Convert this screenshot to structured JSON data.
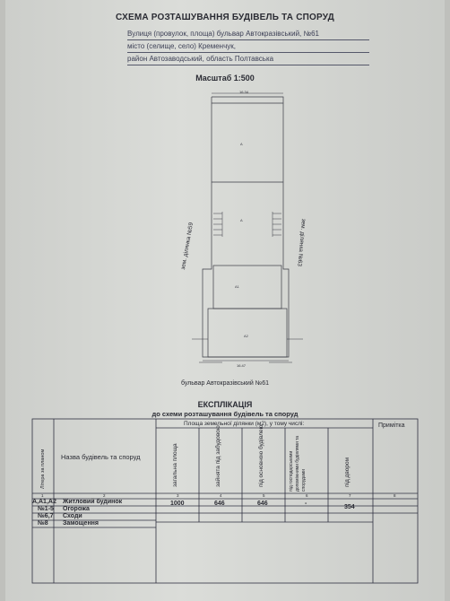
{
  "document": {
    "title": "СХЕМА РОЗТАШУВАННЯ БУДІВЕЛЬ ТА СПОРУД",
    "address": {
      "line1": "Вулиця (провулок, площа) бульвар Автокразівський, №61",
      "line2": "місто (селище, село) Кременчук,",
      "line3": "район Автозаводський, область Полтавська"
    },
    "scale": "Масштаб 1:500"
  },
  "plan": {
    "top_dimension": "16.34",
    "bottom_dimension": "16.47",
    "left_neighbor": "зем. ділянка №59",
    "right_neighbor": "зем. ділянка №63",
    "street": "бульвар Автокразівський №61"
  },
  "explication": {
    "title": "ЕКСПЛІКАЦІЯ",
    "subtitle": "до схеми розташування будівель та споруд",
    "headers": {
      "index_col": "Літера за планом",
      "name_col": "Назва будівель та споруд",
      "area_group": "Площа земельної ділянки (м2), у тому числі:",
      "note_col": "Примітка",
      "area_cols": [
        "загальна площа",
        "зайнята під забудовою",
        "під основною будівлею",
        "під господарськими допоміжними будівлями та спорудами",
        "під двором"
      ]
    },
    "column_numbers": [
      "1",
      "2",
      "3",
      "4",
      "5",
      "6",
      "7",
      "8"
    ],
    "rows": [
      {
        "letter": "А,А1,А2",
        "name": "Житловий будинок",
        "total": "1000",
        "built": "646",
        "main": "646",
        "aux": "-",
        "yard": "354",
        "note": ""
      },
      {
        "letter": "№1-5",
        "name": "Огорожа",
        "total": "",
        "built": "",
        "main": "",
        "aux": "",
        "yard": "",
        "note": ""
      },
      {
        "letter": "№6,7",
        "name": "Сходи",
        "total": "",
        "built": "",
        "main": "",
        "aux": "",
        "yard": "",
        "note": ""
      },
      {
        "letter": "№8",
        "name": "Замощення",
        "total": "",
        "built": "",
        "main": "",
        "aux": "",
        "yard": "",
        "note": ""
      }
    ]
  }
}
